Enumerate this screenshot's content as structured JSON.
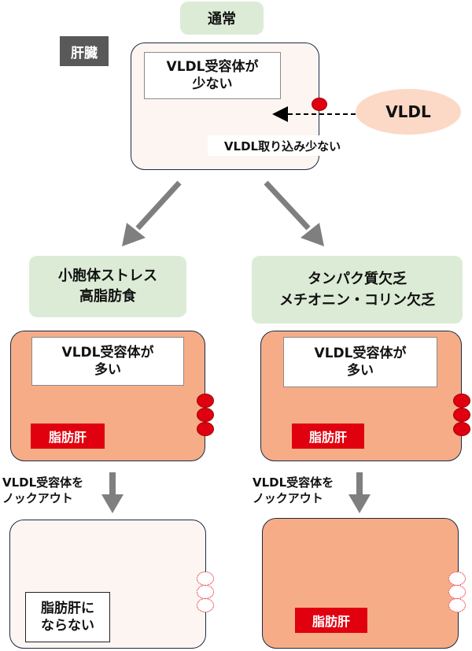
{
  "top_label": "通常",
  "liver_tag": "肝臓",
  "normal": {
    "receptor_lines": [
      "VLDL受容体が",
      "少ない"
    ],
    "uptake_text": "VLDL取り込み少ない",
    "vldl_label": "VLDL"
  },
  "left_branch": {
    "condition_lines": [
      "小胞体ストレス",
      "高脂肪食"
    ],
    "receptor_lines": [
      "VLDL受容体が",
      "多い"
    ],
    "fatty_liver_tag": "脂肪肝",
    "knockout_lines": [
      "VLDL受容体を",
      "ノックアウト"
    ],
    "result_lines": [
      "脂肪肝に",
      "ならない"
    ]
  },
  "right_branch": {
    "condition_lines": [
      "タンパク質欠乏",
      "メチオニン・コリン欠乏"
    ],
    "receptor_lines": [
      "VLDL受容体が",
      "多い"
    ],
    "fatty_liver_tag": "脂肪肝",
    "knockout_lines": [
      "VLDL受容体を",
      "ノックアウト"
    ],
    "result_tag": "脂肪肝"
  },
  "colors": {
    "condition_fill": "#dcebd6",
    "normal_cell_fill": "#fdf5f1",
    "fatty_cell_fill": "#f6ad87",
    "receptor_red": "#e0000f",
    "vldl_fill": "#fbd9c6",
    "arrow_gray": "#7f7f7f"
  }
}
